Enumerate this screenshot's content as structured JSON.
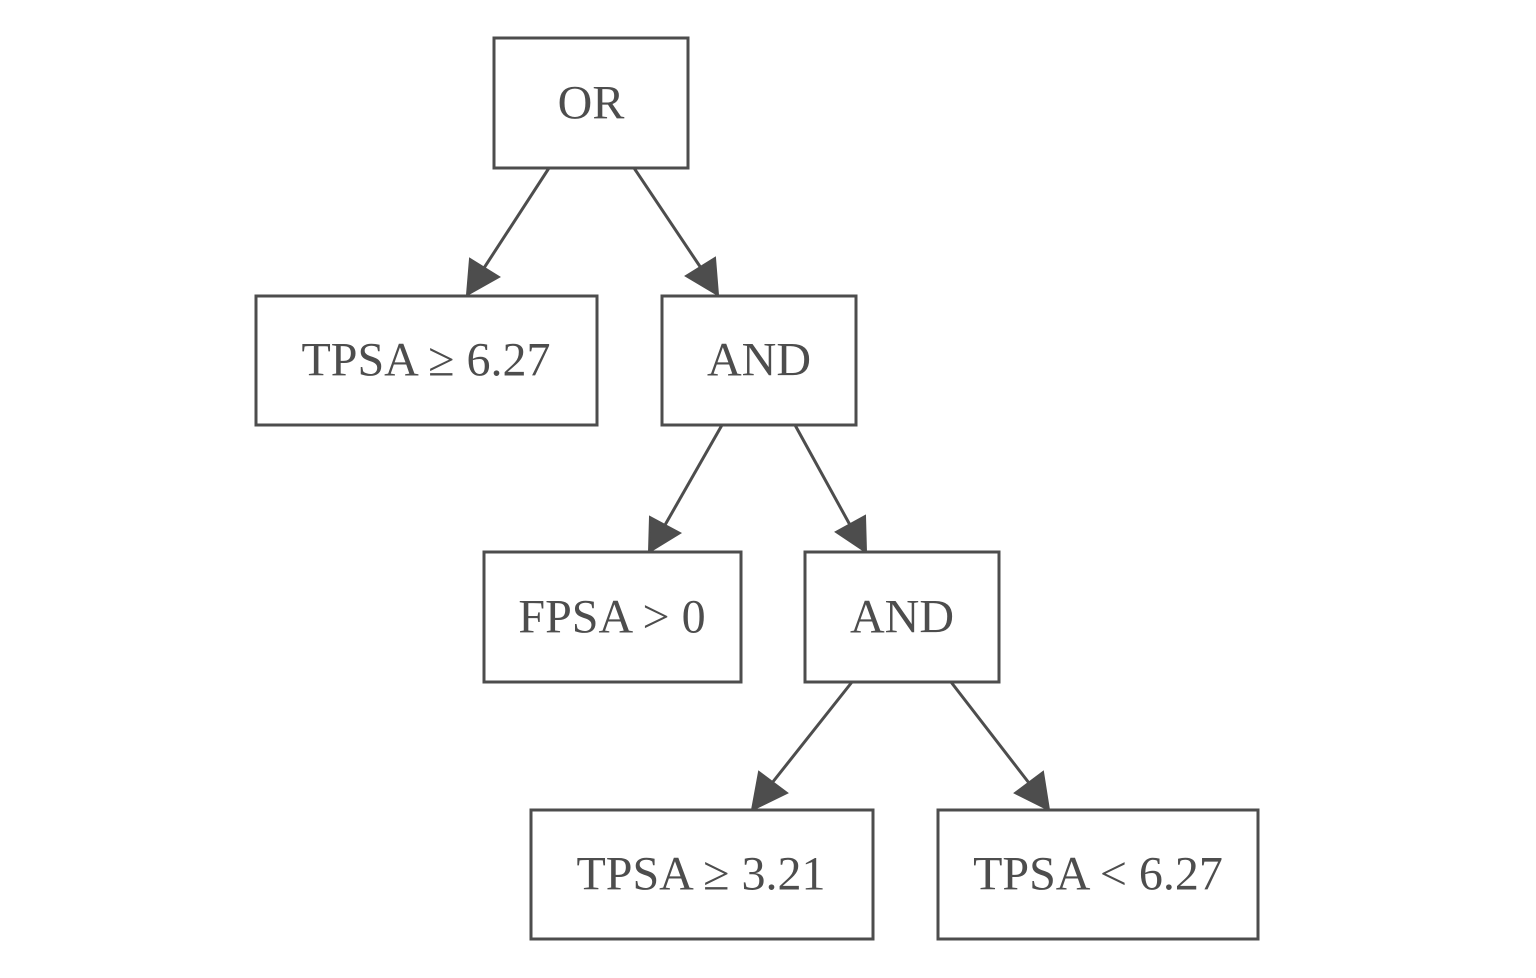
{
  "nodes": [
    {
      "id": "or",
      "label": "OR"
    },
    {
      "id": "tpsa_ge_627",
      "label": "TPSA ≥ 6.27"
    },
    {
      "id": "and_1",
      "label": "AND"
    },
    {
      "id": "fpsa_gt_0",
      "label": "FPSA > 0"
    },
    {
      "id": "and_2",
      "label": "AND"
    },
    {
      "id": "tpsa_ge_321",
      "label": "TPSA ≥ 3.21"
    },
    {
      "id": "tpsa_lt_627",
      "label": "TPSA < 6.27"
    }
  ],
  "edges": [
    {
      "from": "or",
      "to": "tpsa_ge_627"
    },
    {
      "from": "or",
      "to": "and_1"
    },
    {
      "from": "and_1",
      "to": "fpsa_gt_0"
    },
    {
      "from": "and_1",
      "to": "and_2"
    },
    {
      "from": "and_2",
      "to": "tpsa_ge_321"
    },
    {
      "from": "and_2",
      "to": "tpsa_lt_627"
    }
  ],
  "colors": {
    "stroke": "#4d4d4d",
    "text": "#4d4d4d",
    "background": "#ffffff"
  }
}
